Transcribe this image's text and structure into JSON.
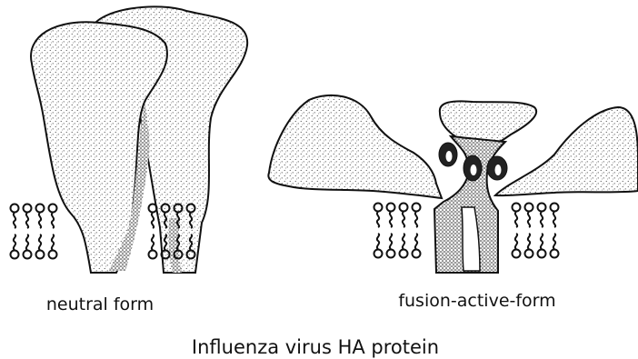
{
  "figure": {
    "caption": "Influenza virus HA protein",
    "colors": {
      "ink": "#111111",
      "background": "#ffffff"
    },
    "panels": [
      {
        "id": "neutral",
        "label": "neutral form"
      },
      {
        "id": "fusion",
        "label": "fusion-active-form"
      }
    ]
  }
}
